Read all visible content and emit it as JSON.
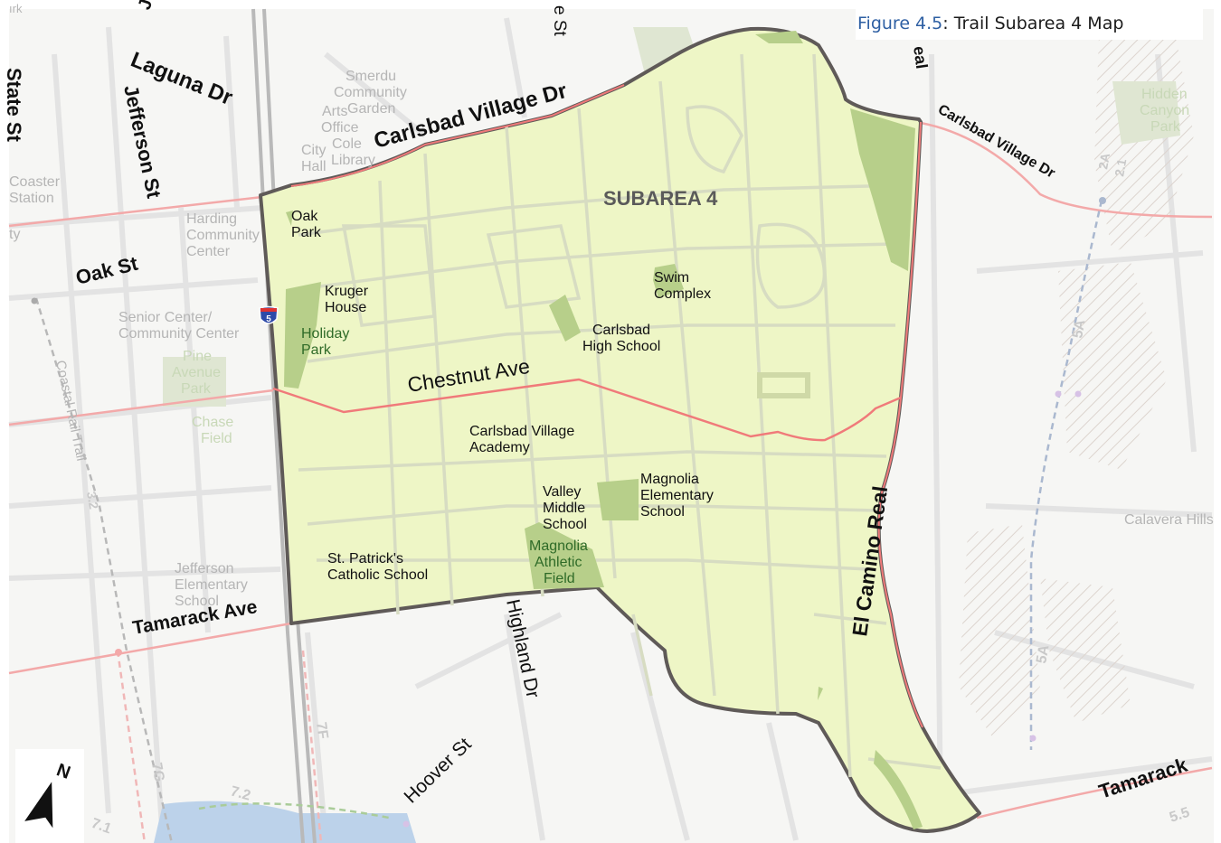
{
  "figure": {
    "number": "Figure 4.5",
    "separator": ": ",
    "title": "Trail Subarea 4 Map"
  },
  "subarea_label": "SUBAREA 4",
  "compass": {
    "north_letter": "N",
    "icon": "north-arrow-icon"
  },
  "highway_shield": {
    "number": "5",
    "icon": "interstate-shield-icon"
  },
  "colors": {
    "subarea_fill": "#eef6c6",
    "park_fill": "#b7cf8a",
    "boundary": "#5f5a58",
    "arterial": "#f07a7a",
    "trail": "#9aa7c0",
    "dashed_trail": "#f0b7b7",
    "park_text": "#2f6b28",
    "title_blue": "#2e5fa3"
  },
  "streets": {
    "carlsbad_village_dr": "Carlsbad Village Dr",
    "carlsbad_village_dr_east": "Carlsbad Village Dr",
    "laguna_dr": "Laguna Dr",
    "state_st": "State St",
    "jefferson_st": "Jefferson St",
    "oak_st": "Oak St",
    "chestnut_ave": "Chestnut Ave",
    "tamarack_ave": "Tamarack Ave",
    "tamarack_east": "Tamarack",
    "el_camino_real": "El Camino Real",
    "el_camino_real_top": "eal",
    "highland_dr": "Highland Dr",
    "hoover_st": "Hoover St",
    "top_st": "e St",
    "je_fragment": "Je"
  },
  "places": {
    "oak_park": [
      "Oak",
      "Park"
    ],
    "kruger_house": [
      "Kruger",
      "House"
    ],
    "holiday_park": [
      "Holiday",
      "Park"
    ],
    "swim_complex": [
      "Swim",
      "Complex"
    ],
    "carlsbad_high_school": [
      "Carlsbad",
      "High School"
    ],
    "carlsbad_village_academy": [
      "Carlsbad Village",
      "Academy"
    ],
    "valley_middle_school": [
      "Valley",
      "Middle",
      "School"
    ],
    "magnolia_elementary_school": [
      "Magnolia",
      "Elementary",
      "School"
    ],
    "magnolia_athletic_field": [
      "Magnolia",
      "Athletic",
      "Field"
    ],
    "st_patricks_catholic_school": [
      "St. Patrick's",
      "Catholic School"
    ]
  },
  "context_places": {
    "smerdu_garden": [
      "Smerdu",
      "Community",
      "Garden"
    ],
    "arts_office": [
      "Arts",
      "Office"
    ],
    "cole_library": [
      "Cole",
      "Library"
    ],
    "city_hall": [
      "City",
      "Hall"
    ],
    "harding_center": [
      "Harding",
      "Community",
      "Center"
    ],
    "coaster_station": [
      "Coaster",
      "Station"
    ],
    "senior_center": [
      "Senior Center/",
      "Community Center"
    ],
    "pine_avenue_park": [
      "Pine",
      "Avenue",
      "Park"
    ],
    "chase_field": [
      "Chase",
      "Field"
    ],
    "jefferson_elementary": [
      "Jefferson",
      "Elementary",
      "School"
    ],
    "hidden_canyon_park": [
      "Hidden",
      "Canyon",
      "Park"
    ],
    "calavera_hills": "Calavera Hills",
    "coastal_rail_trail": "Coastal Rail Trail",
    "top_left_fragment": "ırk",
    "left_fragment": "ty"
  },
  "trail_numbers": {
    "t32": "3.2",
    "t7g": "7G",
    "t7f": "7F",
    "t72": "7.2",
    "t71": "7.1",
    "t5a_upper": "5A",
    "t5a_lower": "5A",
    "t2a": "2A",
    "t21": "2.1",
    "t55": "5.5"
  }
}
